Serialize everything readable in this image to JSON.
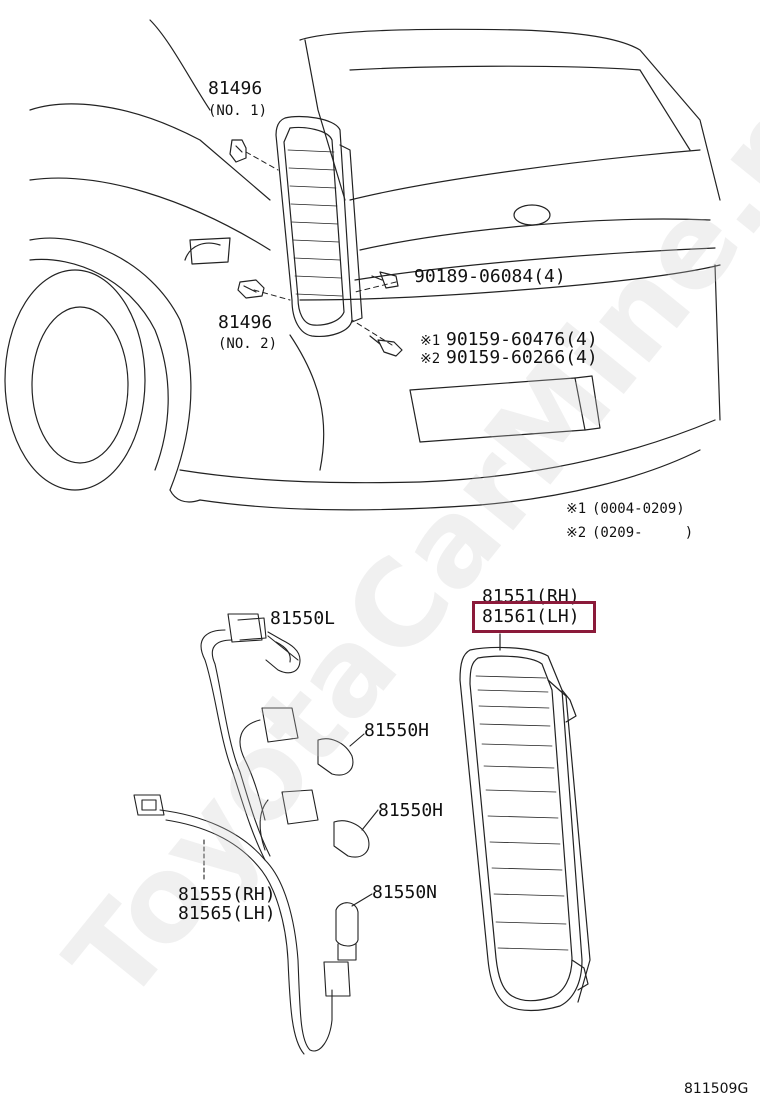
{
  "top": {
    "bracket_upper": {
      "part": "81496",
      "sub": "(NO. 1)"
    },
    "bracket_lower": {
      "part": "81496",
      "sub": "(NO. 2)"
    },
    "screw_upper": "90189-06084(4)",
    "screw_a": {
      "mark": "※1",
      "part": "90159-60476(4)"
    },
    "screw_b": {
      "mark": "※2",
      "part": "90159-60266(4)"
    },
    "notes": [
      {
        "mark": "※1",
        "text": "(0004-0209)"
      },
      {
        "mark": "※2",
        "text": "(0209-     )"
      }
    ]
  },
  "bottom": {
    "lamp_rh": "81551(RH)",
    "lamp_lh": "81561(LH)",
    "bulb_l": "81550L",
    "bulb_h1": "81550H",
    "bulb_h2": "81550H",
    "bulb_n": "81550N",
    "harness_rh": "81555(RH)",
    "harness_lh": "81565(LH)"
  },
  "diagram_code": "811509G",
  "watermark": "ToyotaCarMine.ru",
  "colors": {
    "highlight": "#8b1a3a",
    "line": "#222222"
  }
}
